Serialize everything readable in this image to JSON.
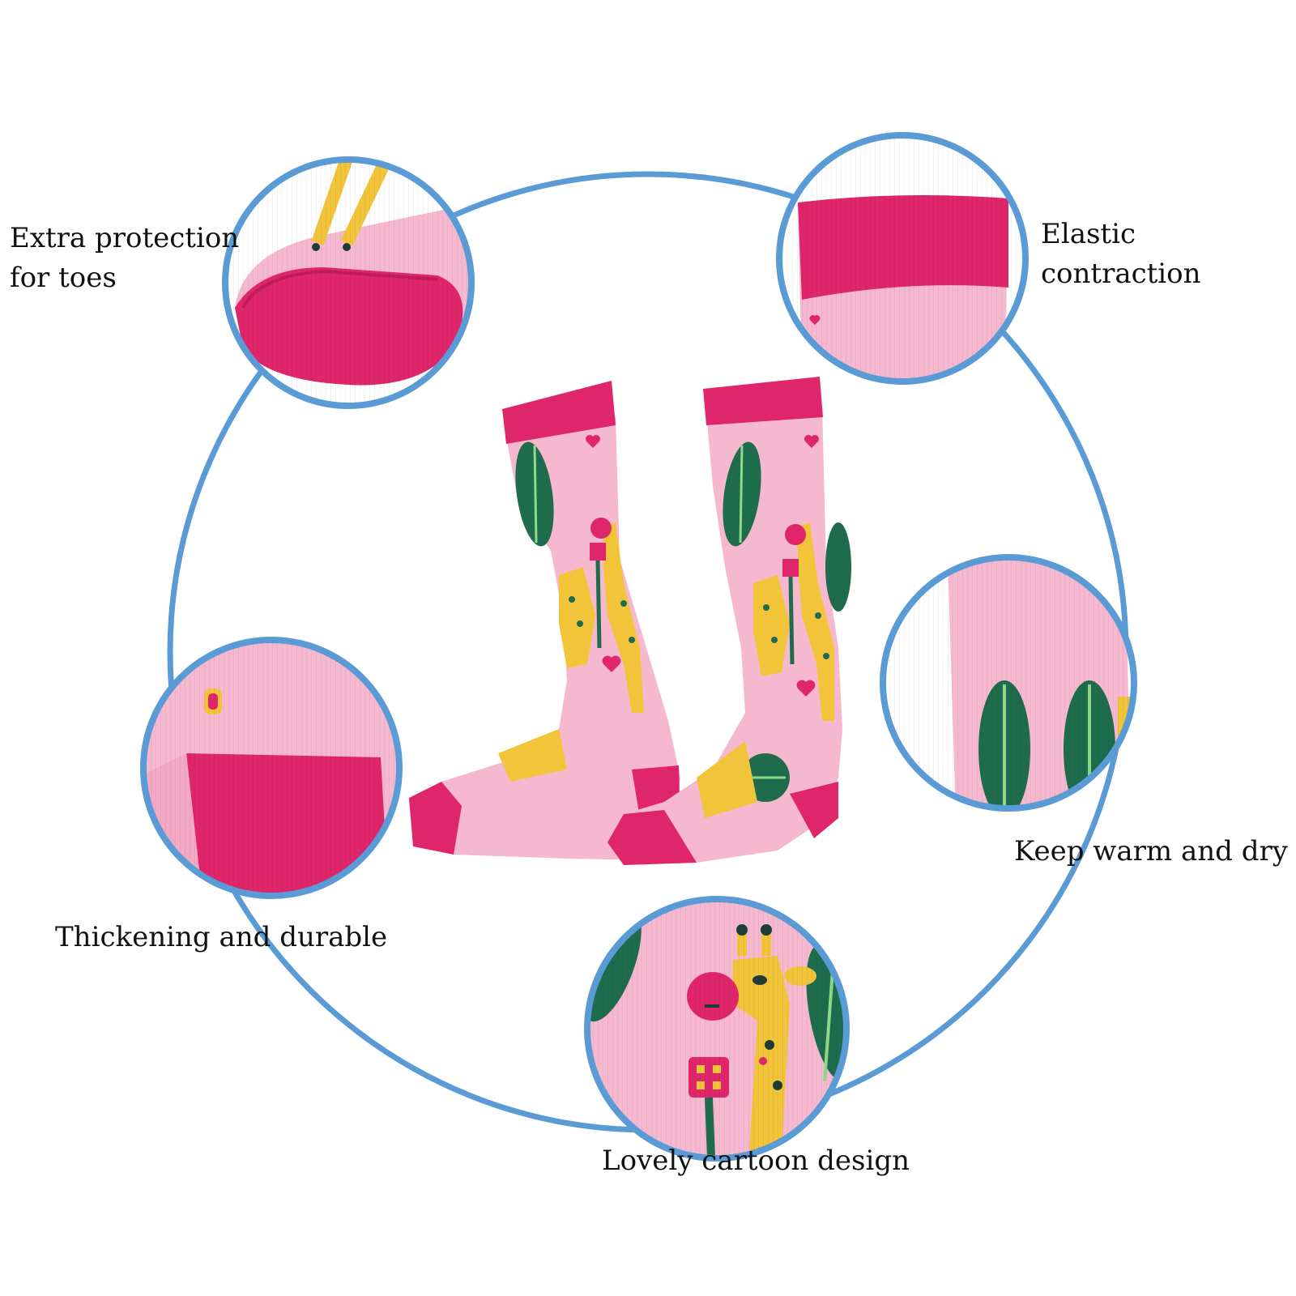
{
  "features": {
    "toes": {
      "line1": "Extra protection",
      "line2": "for toes"
    },
    "elastic": {
      "label": "Elastic contraction"
    },
    "warm": {
      "label": "Keep warm and dry"
    },
    "thick": {
      "label": "Thickening and durable"
    },
    "cartoon": {
      "label": "Lovely cartoon design"
    }
  },
  "colors": {
    "ring": "#5B9BD5",
    "sock_pink": "#F6B8CF",
    "sock_magenta": "#E0266B",
    "giraffe_yellow": "#F2C43A",
    "leaf_green": "#1E6B4E",
    "leaf_light": "#8FD98A"
  }
}
